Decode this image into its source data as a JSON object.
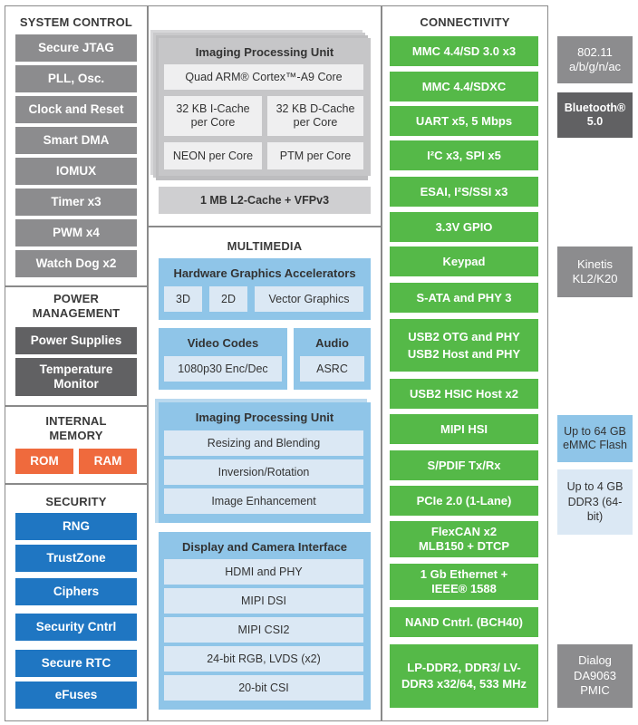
{
  "system_control": {
    "title": "SYSTEM CONTROL",
    "items": [
      "Secure JTAG",
      "PLL, Osc.",
      "Clock and Reset",
      "Smart DMA",
      "IOMUX",
      "Timer x3",
      "PWM x4",
      "Watch Dog x2"
    ]
  },
  "power_management": {
    "title": "POWER MANAGEMENT",
    "items": [
      "Power Supplies",
      "Temperature Monitor"
    ]
  },
  "internal_memory": {
    "title": "INTERNAL MEMORY",
    "items": [
      "ROM",
      "RAM"
    ]
  },
  "security": {
    "title": "SECURITY",
    "items": [
      "RNG",
      "TrustZone",
      "Ciphers",
      "Security Cntrl",
      "Secure RTC",
      "eFuses"
    ]
  },
  "cpu": {
    "title": "Imaging Processing Unit",
    "core": "Quad ARM® Cortex™-A9 Core",
    "icache": "32 KB I-Cache per Core",
    "dcache": "32 KB D-Cache per Core",
    "neon": "NEON per Core",
    "ptm": "PTM per Core",
    "l2": "1 MB L2-Cache + VFPv3"
  },
  "multimedia": {
    "title": "MULTIMEDIA",
    "graphics": {
      "title": "Hardware Graphics Accelerators",
      "items": [
        "3D",
        "2D",
        "Vector Graphics"
      ]
    },
    "video": {
      "title": "Video Codes",
      "item": "1080p30 Enc/Dec"
    },
    "audio": {
      "title": "Audio",
      "item": "ASRC"
    },
    "ipu": {
      "title": "Imaging Processing Unit",
      "items": [
        "Resizing and Blending",
        "Inversion/Rotation",
        "Image Enhancement"
      ]
    },
    "display": {
      "title": "Display and Camera Interface",
      "items": [
        "HDMI and PHY",
        "MIPI DSI",
        "MIPI CSI2",
        "24-bit RGB, LVDS (x2)",
        "20-bit CSI"
      ]
    }
  },
  "connectivity": {
    "title": "CONNECTIVITY",
    "items": [
      "MMC 4.4/SD 3.0 x3",
      "MMC 4.4/SDXC",
      "UART x5, 5 Mbps",
      "I²C x3, SPI x5",
      "ESAI, I²S/SSI x3",
      "3.3V GPIO",
      "Keypad",
      "S-ATA and PHY 3",
      "USB2 OTG and PHY USB2 Host and PHY",
      "USB2 HSIC Host x2",
      "MIPI HSI",
      "S/PDIF Tx/Rx",
      "PCIe 2.0 (1-Lane)",
      "FlexCAN x2 MLB150 + DTCP",
      "1 Gb Ethernet + IEEE® 1588",
      "NAND Cntrl. (BCH40)",
      "LP-DDR2, DDR3/ LV-DDR3 x32/64, 533 MHz"
    ]
  },
  "external": {
    "wifi": "802.11 a/b/g/n/ac",
    "bluetooth": "Bluetooth® 5.0",
    "kinetis": "Kinetis KL2/K20",
    "emmc": "Up to 64 GB eMMC Flash",
    "ddr": "Up to 4 GB DDR3 (64-bit)",
    "pmic": "Dialog DA9063 PMIC"
  },
  "colors": {
    "gray": "#8c8c8e",
    "dark_gray": "#616163",
    "orange": "#ef6a3d",
    "blue": "#1f76c2",
    "green": "#55b948",
    "light_blue": "#8fc5e8"
  }
}
